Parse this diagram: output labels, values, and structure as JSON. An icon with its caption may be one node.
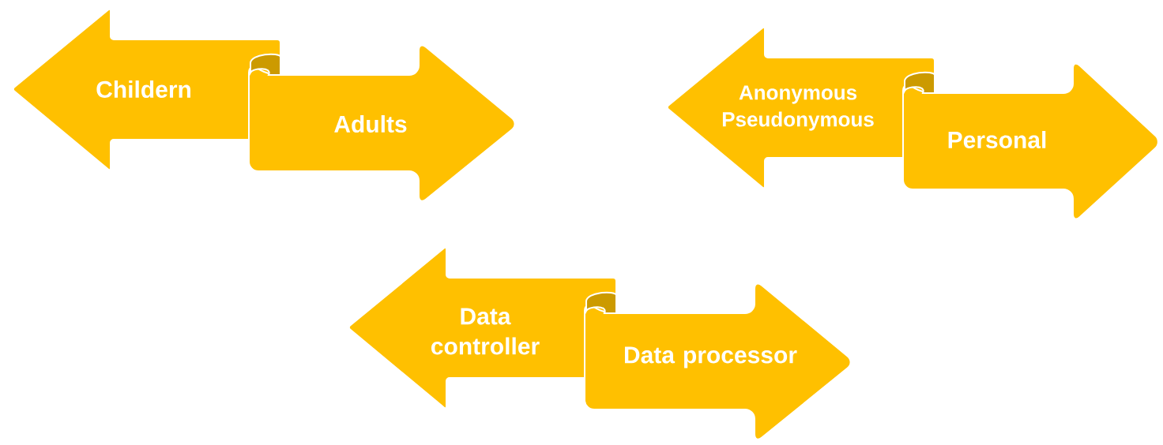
{
  "diagram": {
    "nodes": [
      {
        "text": [
          "Childern"
        ]
      },
      {
        "text": [
          "Adults"
        ]
      },
      {
        "text": [
          "Anonymous Pseudonymous"
        ]
      },
      {
        "text": [
          "Personal"
        ]
      },
      {
        "text": [
          "Data controller"
        ]
      },
      {
        "text": [
          "Data processor"
        ]
      }
    ]
  }
}
